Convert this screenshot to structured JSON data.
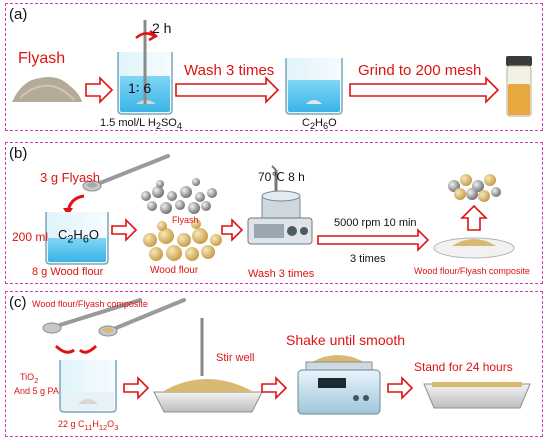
{
  "panel_a": {
    "label": "(a)",
    "flyash": "Flyash",
    "time": "2 h",
    "ratio": "1∶ 6",
    "acid": "1.5 mol/L H",
    "acid_sub": "2",
    "acid_tail": "SO",
    "acid_sub2": "4",
    "wash": "Wash 3 times",
    "solvent": "C",
    "solvent_sub": "2",
    "solvent_mid": "H",
    "solvent_sub2": "6",
    "solvent_tail": "O",
    "grind": "Grind to 200 mesh"
  },
  "panel_b": {
    "label": "(b)",
    "flyash_amount": "3 g  Flyash",
    "volume": "200 ml",
    "solvent": "C",
    "solvent_sub": "2",
    "solvent_mid": "H",
    "solvent_sub2": "6",
    "solvent_tail": "O",
    "wood_amount": "8 g  Wood flour",
    "flyash_label": "Flyash",
    "wood_label": "Wood flour",
    "condition": "70℃  8 h",
    "wash": "Wash 3 times",
    "centrifuge": "5000 rpm  10 min",
    "repeat": "3 times",
    "composite": "Wood flour/Flyash composite"
  },
  "panel_c": {
    "label": "(c)",
    "composite": "Wood flour/Flyash composite",
    "tio2": "TiO",
    "tio2_sub": "2",
    "pa": "And 5 g PA",
    "mass": "22 g C",
    "mass_sub": "11",
    "mass_mid": "H",
    "mass_sub2": "12",
    "mass_tail": "O",
    "mass_sub3": "3",
    "stir": "Stir well",
    "shake": "Shake until smooth",
    "stand": "Stand for 24 hours"
  },
  "colors": {
    "border": "#d13fb8",
    "accent_red": "#e01212",
    "liquid_blue": "#5cc5ee",
    "powder": "#b8ad9c",
    "wood": "#d8b46a"
  }
}
